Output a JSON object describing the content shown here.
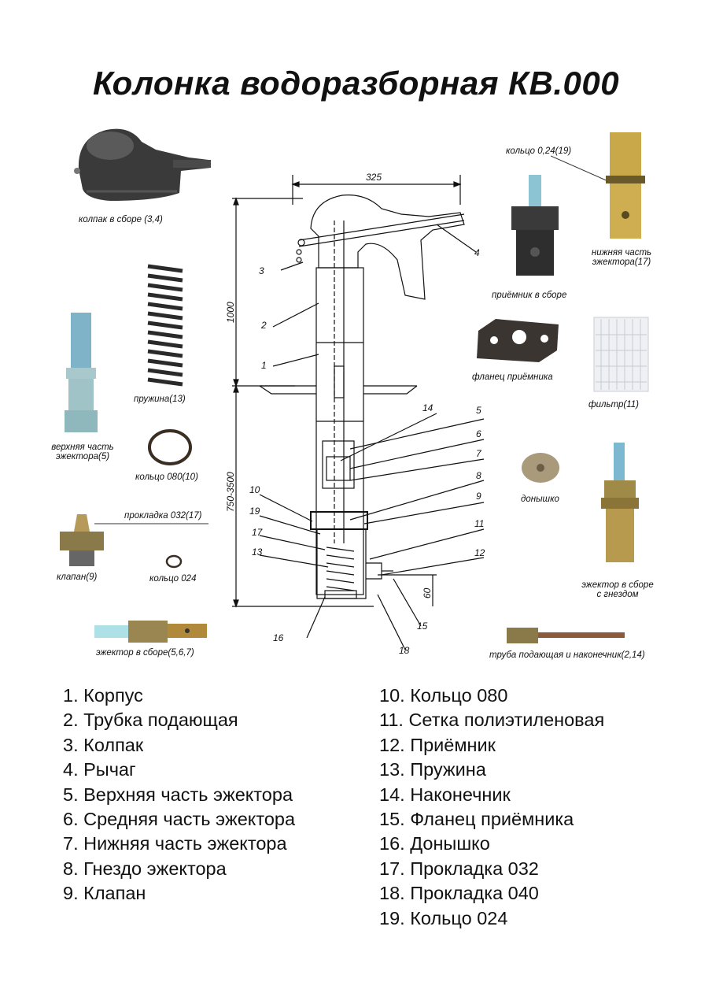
{
  "title": "Колонка водоразборная КВ.000",
  "captions": {
    "kolpak": "колпак в сборе (3,4)",
    "pruzhina": "пружина(13)",
    "verkh_ezh_1": "верхняя часть",
    "verkh_ezh_2": "эжектора(5)",
    "kolco080": "кольцо 080(10)",
    "prokladka032": "прокладка 032(17)",
    "klapan": "клапан(9)",
    "kolco024": "кольцо 024",
    "ezhektor567": "эжектор в сборе(5,6,7)",
    "kolco024_19": "кольцо 0,24(19)",
    "nizh_ezh_1": "нижняя часть",
    "nizh_ezh_2": "эжектора(17)",
    "priemnik": "приёмник в сборе",
    "flanec": "фланец приёмника",
    "filtr": "фильтр(11)",
    "donyshko": "донышко",
    "ezh_gnezdo_1": "эжектор в сборе",
    "ezh_gnezdo_2": "с гнездом",
    "truba": "труба подающая и наконечник(2,14)"
  },
  "dimensions": {
    "width": "325",
    "height_top": "1000",
    "height_mid": "750-3500",
    "height_bottom": "60"
  },
  "callouts": [
    "1",
    "2",
    "3",
    "4",
    "5",
    "6",
    "7",
    "8",
    "9",
    "10",
    "11",
    "12",
    "13",
    "14",
    "15",
    "16",
    "17",
    "18",
    "19"
  ],
  "parts_left": [
    "1. Корпус",
    "2. Трубка подающая",
    "3. Колпак",
    "4. Рычаг",
    "5. Верхняя часть эжектора",
    "6. Средняя часть эжектора",
    "7. Нижняя часть эжектора",
    "8. Гнездо эжектора",
    "9. Клапан"
  ],
  "parts_right": [
    "10. Кольцо 080",
    "11. Сетка полиэтиленовая",
    "12. Приёмник",
    "13. Пружина",
    "14. Наконечник",
    "15. Фланец приёмника",
    "16. Донышко",
    "17. Прокладка 032",
    "18. Прокладка 040",
    "19. Кольцо 024"
  ]
}
